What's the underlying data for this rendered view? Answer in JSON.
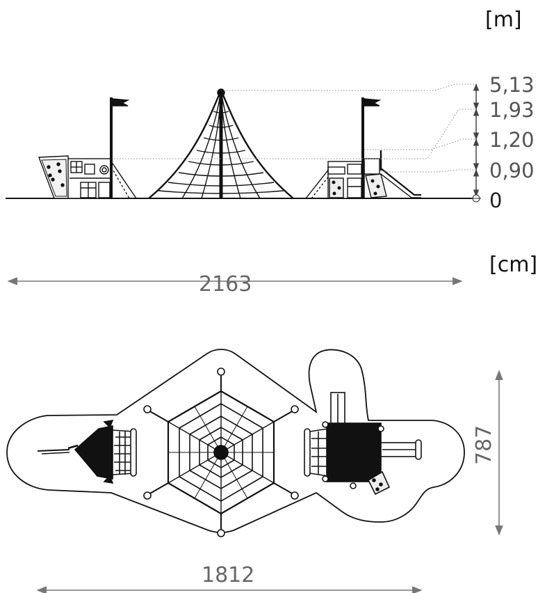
{
  "elevation": {
    "unit": "[m]",
    "levels": [
      "5,13",
      "1,93",
      "1,20",
      "0,90",
      "0"
    ]
  },
  "plan": {
    "unit": "[cm]",
    "overall_length": "2163",
    "footprint_length": "1812",
    "footprint_width": "787"
  },
  "colors": {
    "line": "#111111",
    "dimension": "#777777",
    "level_leader": "#888888"
  }
}
